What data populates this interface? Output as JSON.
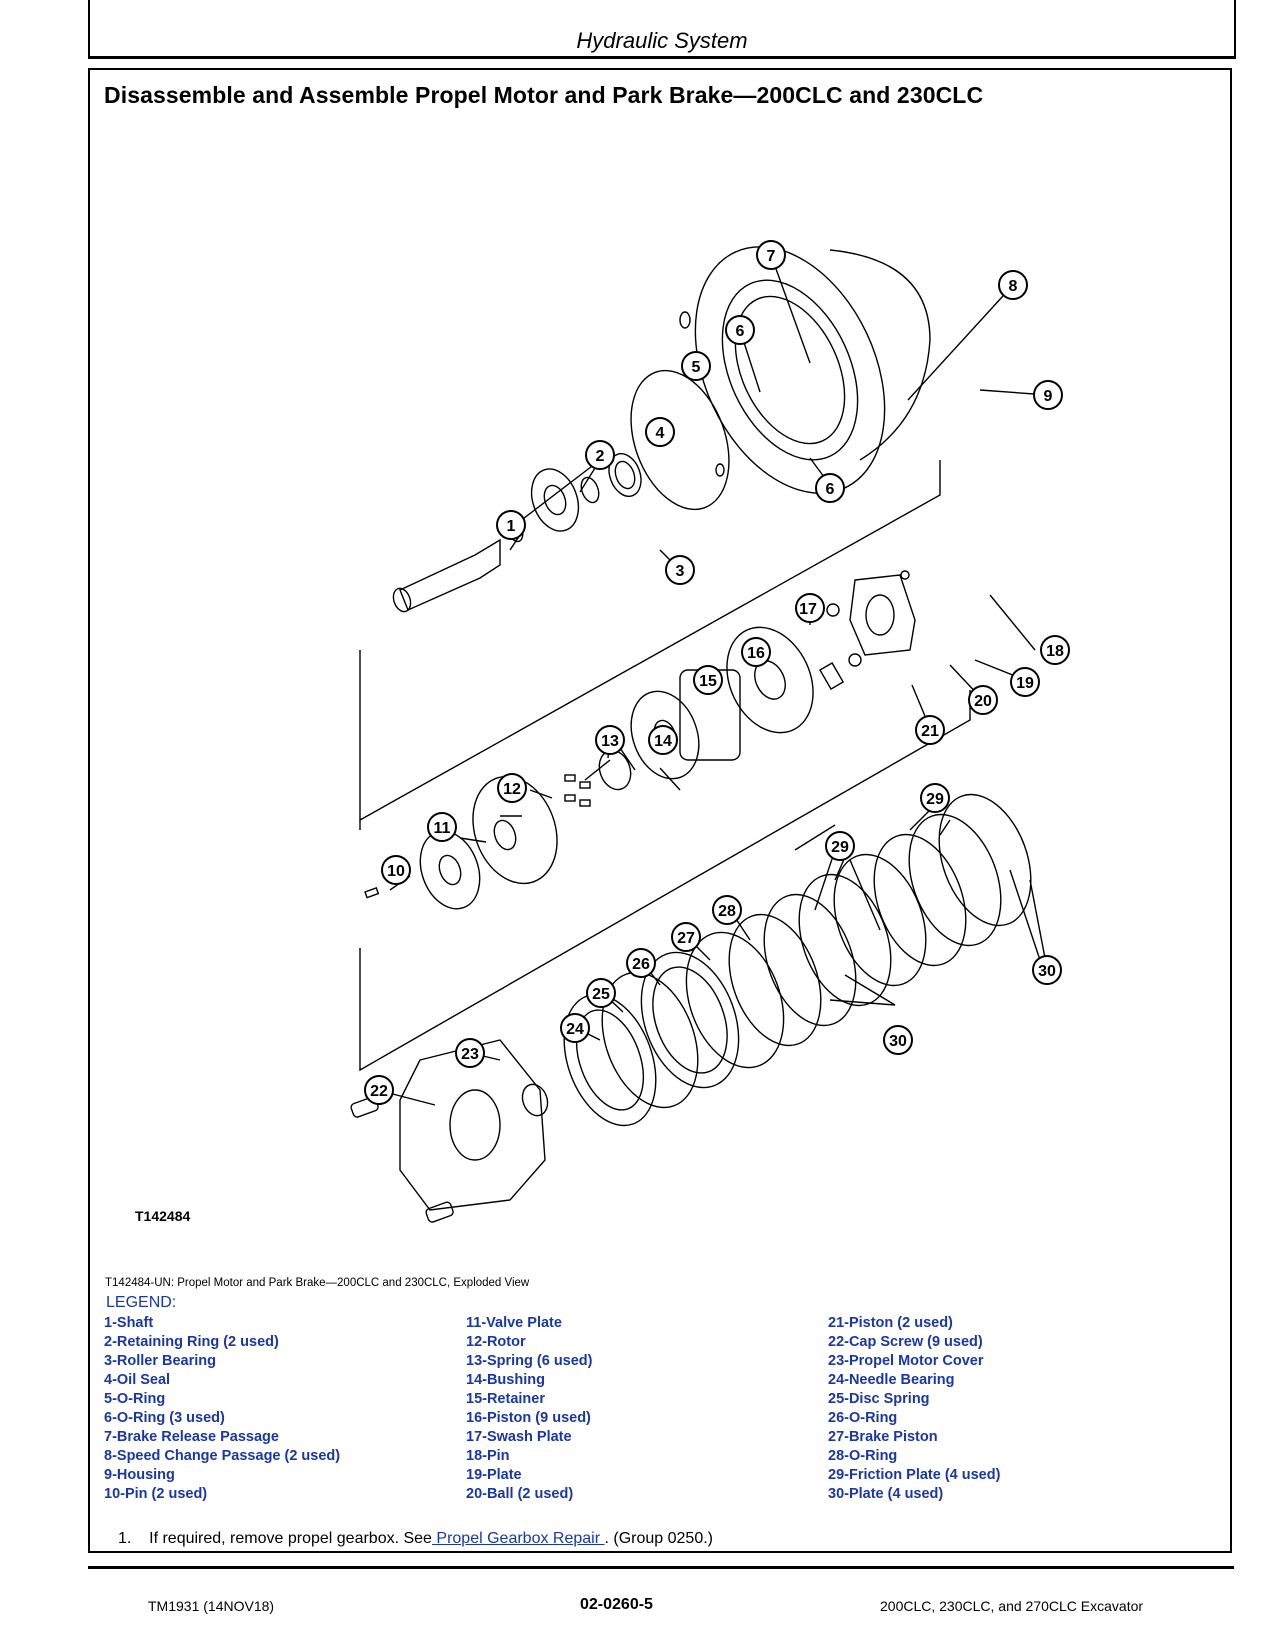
{
  "header": {
    "title": "Hydraulic System"
  },
  "section": {
    "title": "Disassemble and Assemble Propel Motor and Park Brake—200CLC and 230CLC"
  },
  "figure": {
    "id": "T142484",
    "caption": "T142484-UN: Propel Motor and Park Brake—200CLC and 230CLC, Exploded View",
    "callouts": [
      "1",
      "2",
      "3",
      "4",
      "5",
      "6",
      "7",
      "8",
      "9",
      "10",
      "11",
      "12",
      "13",
      "14",
      "15",
      "16",
      "17",
      "18",
      "19",
      "20",
      "21",
      "22",
      "23",
      "24",
      "25",
      "26",
      "27",
      "28",
      "29",
      "30"
    ]
  },
  "legend": {
    "title": "LEGEND:",
    "col1": [
      "1-Shaft",
      "2-Retaining Ring (2 used)",
      "3-Roller Bearing",
      "4-Oil Seal",
      "5-O-Ring",
      "6-O-Ring (3 used)",
      "7-Brake Release Passage",
      "8-Speed Change Passage (2 used)",
      "9-Housing",
      "10-Pin (2 used)"
    ],
    "col2": [
      "11-Valve Plate",
      "12-Rotor",
      "13-Spring (6 used)",
      "14-Bushing",
      "15-Retainer",
      "16-Piston (9 used)",
      "17-Swash Plate",
      "18-Pin",
      "19-Plate",
      "20-Ball (2 used)"
    ],
    "col3": [
      "21-Piston (2 used)",
      "22-Cap Screw (9 used)",
      "23-Propel Motor Cover",
      "24-Needle Bearing",
      "25-Disc Spring",
      "26-O-Ring",
      "27-Brake Piston",
      "28-O-Ring",
      "29-Friction Plate (4 used)",
      "30-Plate (4 used)"
    ]
  },
  "step": {
    "number": "1.",
    "text_before": "If required, remove propel gearbox. See",
    "link_text": " Propel Gearbox Repair ",
    "text_after": ". (Group 0250.)"
  },
  "footer": {
    "left": "TM1931 (14NOV18)",
    "center": "02-0260-5",
    "right": "200CLC, 230CLC, and 270CLC Excavator"
  }
}
